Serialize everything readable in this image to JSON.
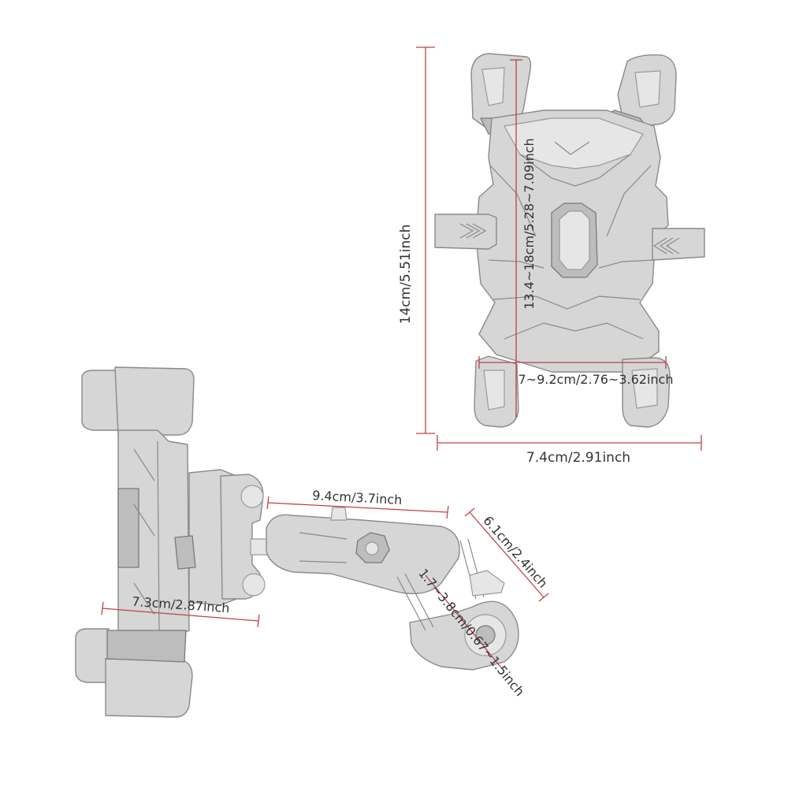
{
  "labels": {
    "front_height": "14cm/5.51inch",
    "clamp_height": "13.4~18cm/5.28~7.09inch",
    "clamp_width": "7~9.2cm/2.76~3.62inch",
    "front_width": "7.4cm/2.91inch",
    "arm_length": "9.4cm/3.7inch",
    "mount_height": "6.1cm/2.4inch",
    "bar_diameter": "1.7~3.8cm/0.67~1.5inch",
    "side_depth": "7.3cm/2.87inch"
  },
  "colors": {
    "dimension_line": "#c0404a",
    "sketch_fill": "#d6d6d6",
    "sketch_stroke": "#8a8a8a"
  }
}
